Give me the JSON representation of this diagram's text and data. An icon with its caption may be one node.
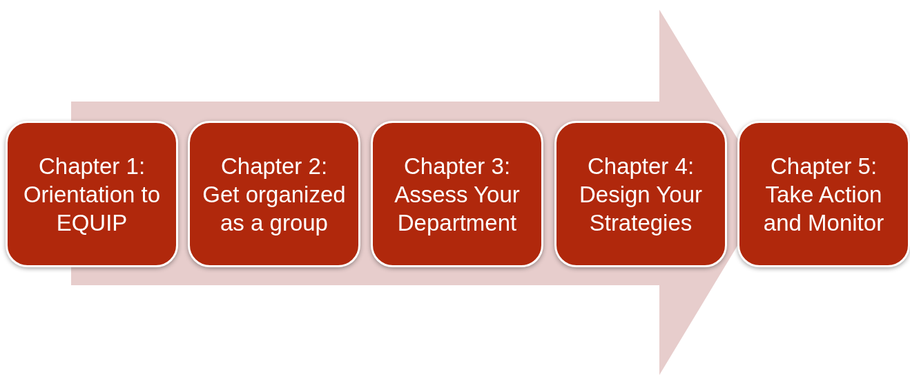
{
  "diagram": {
    "nodes": [
      {
        "text": [
          "Chapter 1: Orientation to EQUIP"
        ]
      },
      {
        "text": [
          "Chapter 2: Get organized as a group"
        ]
      },
      {
        "text": [
          "Chapter 3: Assess Your Department"
        ]
      },
      {
        "text": [
          "Chapter 4: Design Your Strategies"
        ]
      },
      {
        "text": [
          "Chapter 5: Take Action and Monitor"
        ]
      }
    ],
    "edges": [
      {
        "from": 0,
        "to": 4,
        "arrow": "to"
      }
    ]
  }
}
